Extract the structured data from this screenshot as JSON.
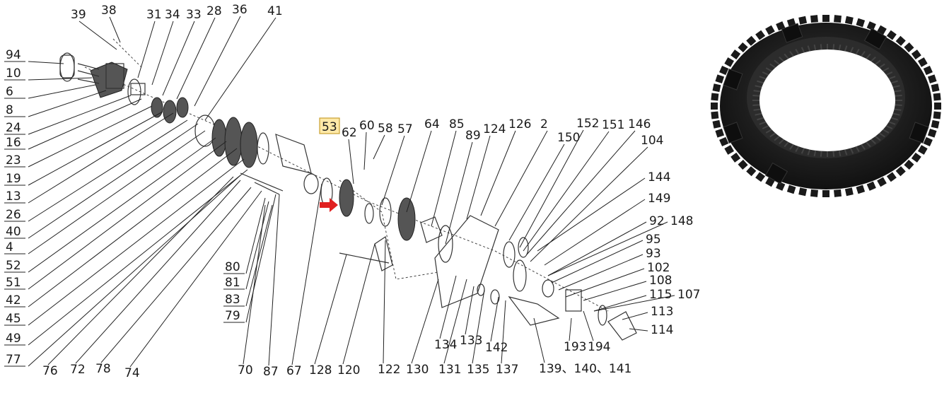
{
  "highlighted_part": "53",
  "colors": {
    "highlight_fill": "#ffe9a8",
    "highlight_border": "#c8a030",
    "arrow": "#e02020",
    "part_dark": "#2b2b2b"
  },
  "labels_left": [
    "94",
    "10",
    "6",
    "8",
    "24",
    "16",
    "23",
    "19",
    "13",
    "26",
    "40",
    "4",
    "52",
    "51",
    "42",
    "45",
    "49",
    "77"
  ],
  "labels_top": [
    "39",
    "38",
    "31",
    "34",
    "33",
    "28",
    "36",
    "41"
  ],
  "labels_mid_top": [
    "53",
    "62",
    "60",
    "58",
    "57",
    "64",
    "85",
    "89",
    "124",
    "126",
    "2",
    "150",
    "152",
    "151",
    "146",
    "104"
  ],
  "labels_right": [
    "144",
    "149",
    "92",
    "148",
    "95",
    "93",
    "102",
    "108",
    "115",
    "107",
    "113",
    "114"
  ],
  "labels_lower_mid": [
    "80",
    "81",
    "83",
    "79"
  ],
  "labels_bottom": [
    "76",
    "72",
    "78",
    "74",
    "70",
    "87",
    "67",
    "128",
    "120",
    "122",
    "130",
    "134",
    "133",
    "131",
    "135",
    "142",
    "137",
    "139、140、141",
    "193",
    "194"
  ],
  "photo": {
    "icon": "synchronizer-ring-photo"
  }
}
